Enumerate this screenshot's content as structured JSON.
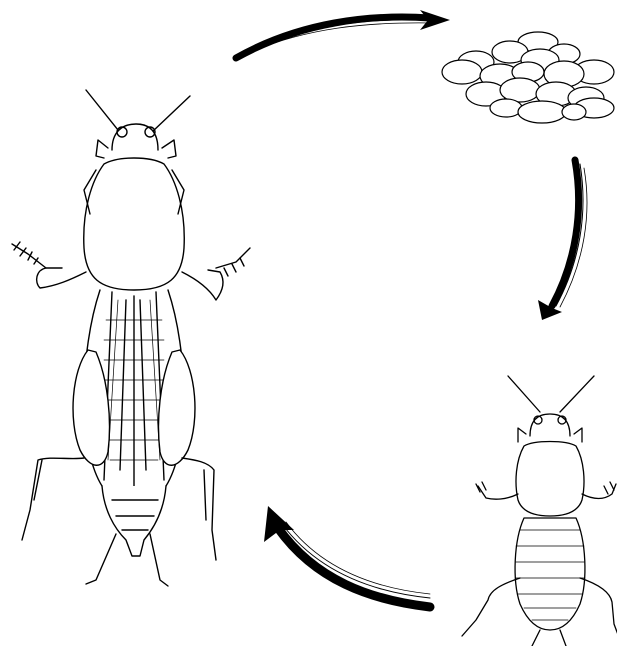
{
  "diagram": {
    "type": "life-cycle",
    "stages": [
      {
        "id": "adult",
        "icon": "adult-mole-cricket-icon"
      },
      {
        "id": "eggs",
        "icon": "egg-cluster-icon"
      },
      {
        "id": "nymph",
        "icon": "nymph-mole-cricket-icon"
      }
    ],
    "arrows": [
      {
        "from": "adult",
        "to": "eggs"
      },
      {
        "from": "eggs",
        "to": "nymph"
      },
      {
        "from": "nymph",
        "to": "adult"
      }
    ],
    "colors": {
      "ink": "#000000",
      "paper": "#ffffff"
    }
  }
}
